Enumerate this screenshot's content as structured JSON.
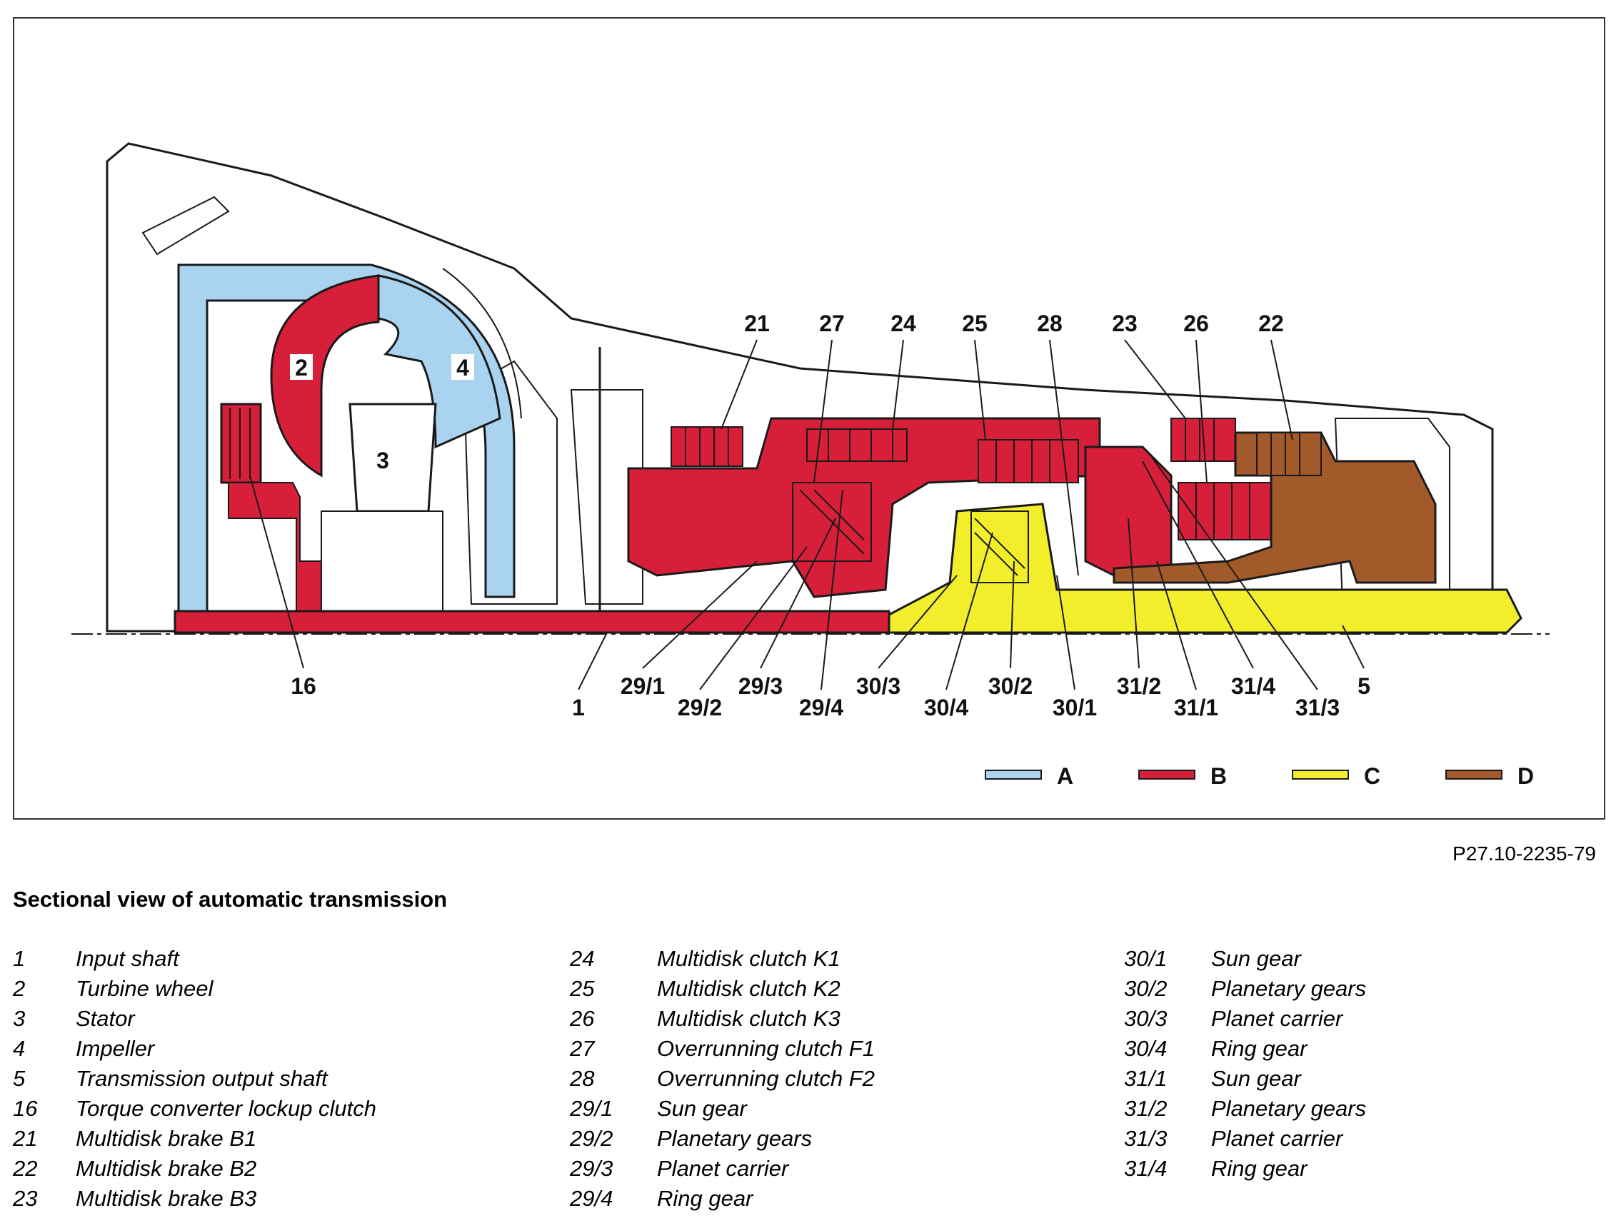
{
  "figure": {
    "reference": "P27.10-2235-79",
    "caption": "Sectional view of automatic transmission",
    "component_labels": {
      "c2": "2",
      "c3": "3",
      "c4": "4"
    },
    "callouts_top": [
      "21",
      "27",
      "24",
      "25",
      "28",
      "23",
      "26",
      "22"
    ],
    "callouts_bottom": [
      "16",
      "1",
      "29/1",
      "29/2",
      "29/3",
      "29/4",
      "30/3",
      "30/4",
      "30/2",
      "30/1",
      "31/2",
      "31/1",
      "31/4",
      "31/3",
      "5"
    ],
    "color_legend": [
      {
        "label": "A",
        "color": "#a9d3ee"
      },
      {
        "label": "B",
        "color": "#d81f3a"
      },
      {
        "label": "C",
        "color": "#f2ee2c"
      },
      {
        "label": "D",
        "color": "#a25a2a"
      }
    ],
    "colors": {
      "outline": "#1a1a1a",
      "housing": "#ffffff"
    }
  },
  "legend": {
    "col1": [
      {
        "num": "1",
        "label": "Input shaft"
      },
      {
        "num": "2",
        "label": "Turbine wheel"
      },
      {
        "num": "3",
        "label": "Stator"
      },
      {
        "num": "4",
        "label": "Impeller"
      },
      {
        "num": "5",
        "label": "Transmission output shaft"
      },
      {
        "num": "16",
        "label": "Torque converter lockup clutch"
      },
      {
        "num": "21",
        "label": "Multidisk brake B1"
      },
      {
        "num": "22",
        "label": "Multidisk brake B2"
      },
      {
        "num": "23",
        "label": "Multidisk brake B3"
      }
    ],
    "col2": [
      {
        "num": "24",
        "label": "Multidisk clutch K1"
      },
      {
        "num": "25",
        "label": "Multidisk clutch K2"
      },
      {
        "num": "26",
        "label": "Multidisk clutch K3"
      },
      {
        "num": "27",
        "label": "Overrunning clutch F1"
      },
      {
        "num": "28",
        "label": "Overrunning clutch F2"
      },
      {
        "num": "29/1",
        "label": "Sun gear"
      },
      {
        "num": "29/2",
        "label": "Planetary gears"
      },
      {
        "num": "29/3",
        "label": "Planet carrier"
      },
      {
        "num": "29/4",
        "label": "Ring gear"
      }
    ],
    "col3": [
      {
        "num": "30/1",
        "label": "Sun gear"
      },
      {
        "num": "30/2",
        "label": "Planetary gears"
      },
      {
        "num": "30/3",
        "label": "Planet carrier"
      },
      {
        "num": "30/4",
        "label": "Ring gear"
      },
      {
        "num": "31/1",
        "label": "Sun gear"
      },
      {
        "num": "31/2",
        "label": "Planetary gears"
      },
      {
        "num": "31/3",
        "label": "Planet carrier"
      },
      {
        "num": "31/4",
        "label": "Ring gear"
      }
    ]
  }
}
